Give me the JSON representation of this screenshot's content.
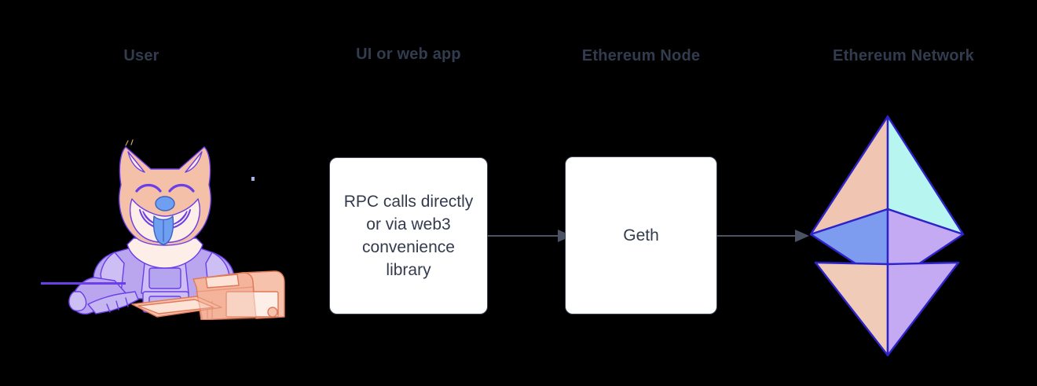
{
  "diagram": {
    "title": "Ethereum application stack flow",
    "background_color": "#000000",
    "columns": [
      {
        "id": "user",
        "label": "User"
      },
      {
        "id": "ui",
        "label": "UI or web app"
      },
      {
        "id": "node",
        "label": "Ethereum Node"
      },
      {
        "id": "network",
        "label": "Ethereum Network"
      }
    ],
    "nodes": [
      {
        "id": "rpc-box",
        "kind": "process-box",
        "text": "RPC calls directly or via web3 convenience library",
        "fill": "#ffffff",
        "border": "#3b4354"
      },
      {
        "id": "geth-box",
        "kind": "process-box",
        "text": "Geth",
        "fill": "#ffffff",
        "border": "#3b4354"
      }
    ],
    "illustrations": [
      {
        "id": "doge-user",
        "name": "doge-at-computer-illustration",
        "description": "Shiba Inu dog in purple spacesuit using a retro desktop computer",
        "colors": {
          "fur": "#f5c0a8",
          "fur_light": "#fde9e0",
          "suit": "#b9a6ee",
          "suit_light": "#d7ccf6",
          "tongue": "#6f9ff0",
          "nose": "#6f9ff0",
          "computer": "#f3b49b",
          "computer_light": "#fde3d6",
          "outline": "#6a3ee8"
        }
      },
      {
        "id": "ethereum-logo",
        "name": "ethereum-logo",
        "description": "Ethereum diamond logo with faceted upper diamond and lower triangle",
        "colors": {
          "upper_left": "#f0c6b3",
          "upper_right": "#b6f5f0",
          "mid_left": "#7d9cef",
          "mid_right": "#c3aaf2",
          "lower_left": "#f0cbb8",
          "lower_right": "#c3aaf2",
          "outline": "#2d23c9"
        }
      }
    ],
    "connectors": [
      {
        "id": "arrow-rpc-to-geth",
        "from": "rpc-box",
        "to": "geth-box",
        "color": "#4a5263",
        "style": "solid-arrow"
      },
      {
        "id": "arrow-geth-to-eth",
        "from": "geth-box",
        "to": "ethereum-logo",
        "color": "#4a5263",
        "style": "solid-arrow"
      }
    ],
    "accent_colors": {
      "header_text": "#323c4e",
      "box_text": "#333b4d",
      "connector": "#4a5263",
      "desk_line": "#6a3ee8"
    }
  }
}
